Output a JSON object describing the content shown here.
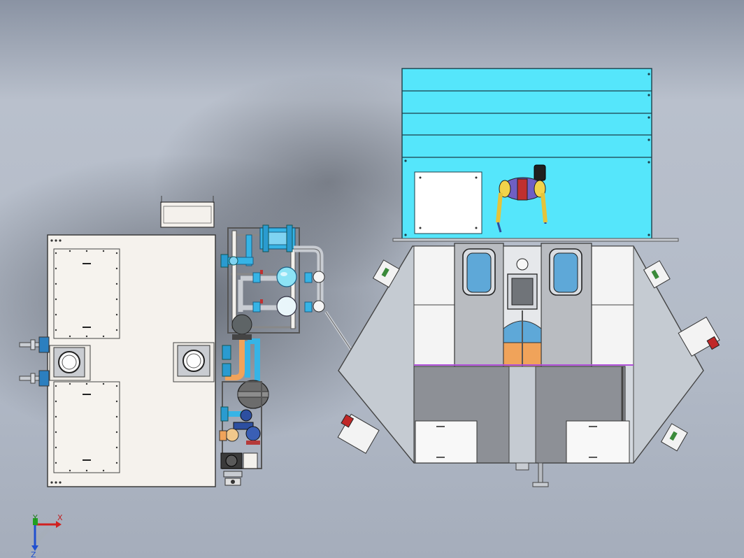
{
  "viewport": {
    "axis_triad": {
      "x": "X",
      "y": "Y",
      "z": "Z"
    }
  },
  "model": {
    "components": [
      "control-cabinet",
      "piping-skid",
      "process-chamber",
      "cooling-panel",
      "robot-arm"
    ]
  },
  "colors": {
    "cabinet": "#f4f1ec",
    "pipe_blue": "#36b4e6",
    "panel_cyan": "#55e6fb",
    "chamber_gray": "#c5cbd2",
    "dark_gray": "#8d9096",
    "orange": "#f0a35a",
    "tank_gray": "#6c6c6c"
  }
}
